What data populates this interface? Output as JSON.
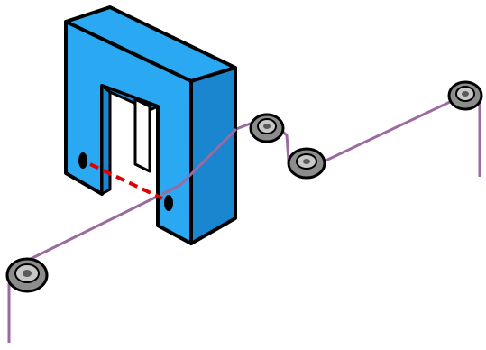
{
  "colors": {
    "background": "#ffffff",
    "magnet_face": "#2aa8f2",
    "magnet_side": "#1a86d0",
    "magnet_outline": "#000000",
    "tape": "#9a6aa0",
    "roller_outer": "#8c8c8c",
    "roller_inner": "#c8c8c8",
    "roller_hub": "#5a5a5a",
    "gap_marker": "#e00000",
    "pole_hole": "#000000"
  },
  "elements": {
    "magnet": "head-magnet",
    "rollers": [
      "roller-left",
      "roller-mid-upper",
      "roller-mid-lower",
      "roller-right"
    ],
    "tape": "tape-path",
    "gap": "head-gap-line"
  }
}
